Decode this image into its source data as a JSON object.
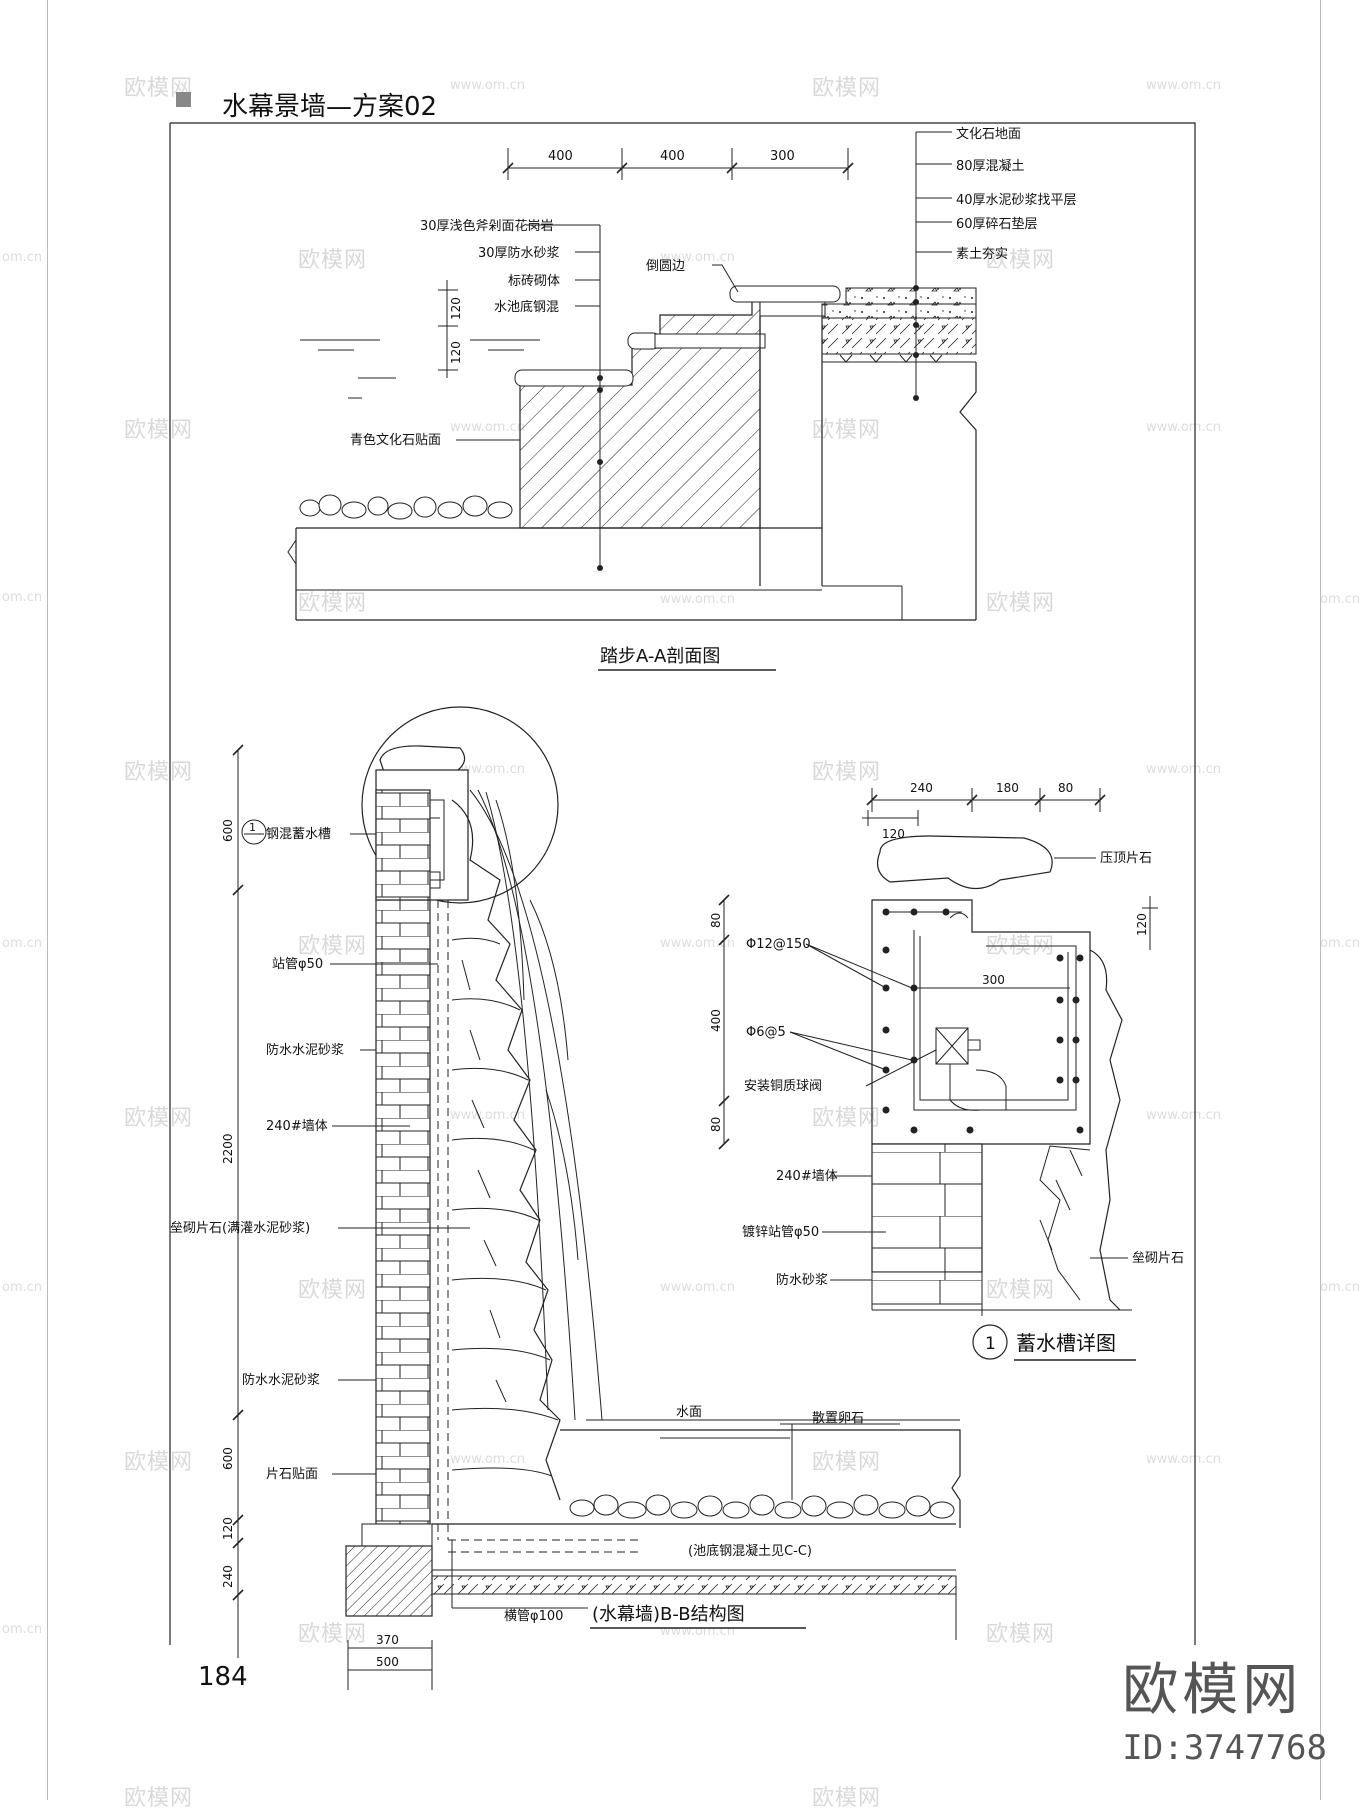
{
  "page": {
    "title": "水幕景墙—方案02",
    "page_number": "184"
  },
  "brand": {
    "name": "欧模网",
    "id": "ID:3747768",
    "watermark_text": "欧模网",
    "watermark_url": "www.om.cn",
    "watermark_url_short": "om.cn"
  },
  "section_aa": {
    "title": "踏步A-A剖面图",
    "dims_top": [
      "400",
      "400",
      "300"
    ],
    "dims_left": [
      "120",
      "120"
    ],
    "labels_left": [
      "30厚浅色斧剁面花岗岩",
      "30厚防水砂浆",
      "标砖砌体",
      "水池底钢混"
    ],
    "label_round_edge": "倒圆边",
    "label_facing": "青色文化石贴面",
    "labels_right": [
      "文化石地面",
      "80厚混凝土",
      "40厚水泥砂浆找平层",
      "60厚碎石垫层",
      "素土夯实"
    ]
  },
  "section_bb": {
    "title": "(水幕墙)B-B结构图",
    "callout_number": "1",
    "labels_left": [
      "钢混蓄水槽",
      "站管φ50",
      "防水水泥砂浆",
      "240#墙体",
      "垒砌片石(满灌水泥砂浆)",
      "防水水泥砂浆",
      "片石贴面"
    ],
    "dims_left": [
      "600",
      "2200",
      "600",
      "120",
      "240"
    ],
    "dims_bottom": [
      "370",
      "500"
    ],
    "label_water_surface": "水面",
    "label_pebbles": "散置卵石",
    "label_pool_bottom": "(池底钢混凝土见C-C)",
    "label_pipe": "横管φ100"
  },
  "detail_1": {
    "title": "蓄水槽详图",
    "callout_number": "1",
    "dims_top": [
      "240",
      "180",
      "80"
    ],
    "dim_top_sub": "120",
    "dims_left": [
      "80",
      "400",
      "80"
    ],
    "dim_right": "120",
    "dim_inner": "300",
    "labels_left": [
      "Φ12@150",
      "Φ6@5",
      "安装铜质球阀",
      "240#墙体",
      "镀锌站管φ50",
      "防水砂浆"
    ],
    "labels_right": [
      "压顶片石",
      "垒砌片石"
    ]
  }
}
